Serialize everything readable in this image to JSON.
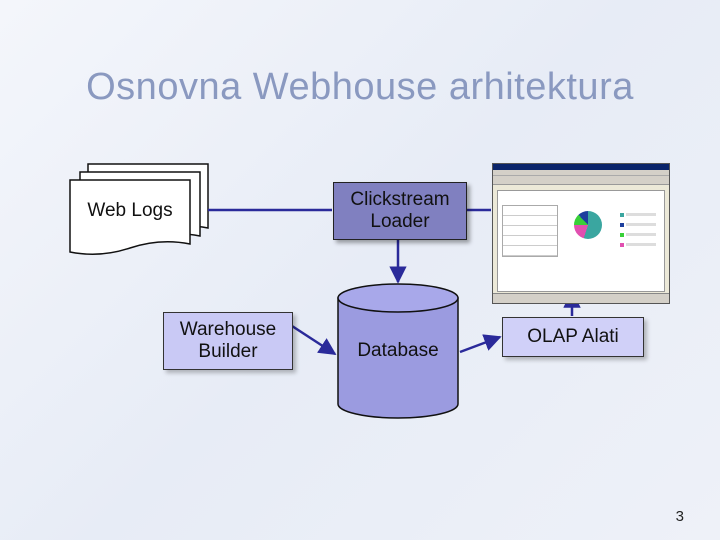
{
  "slide": {
    "title": "Osnovna Webhouse arhitektura",
    "page_number": "3"
  },
  "nodes": {
    "web_logs": "Web Logs",
    "clickstream_loader": "Clickstream Loader",
    "warehouse_builder": "Warehouse Builder",
    "database": "Database",
    "olap_tools": "OLAP Alati"
  },
  "colors": {
    "title": "#8a99c0",
    "loader_fill": "#8080c0",
    "box_fill": "#c9c9f5",
    "database_fill": "#9b9be0",
    "connector": "#2a2a9a"
  }
}
